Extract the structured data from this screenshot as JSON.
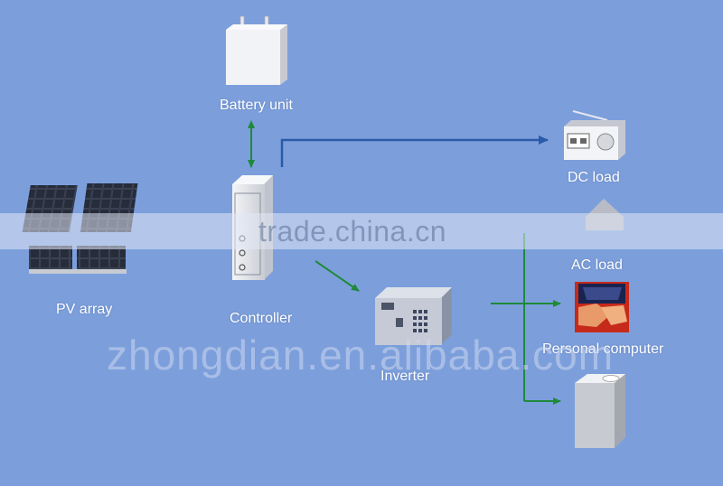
{
  "labels": {
    "battery": "Battery unit",
    "dc_load": "DC load",
    "ac_load": "AC load",
    "pv_array": "PV array",
    "controller": "Controller",
    "inverter": "Inverter",
    "personal_computer": "Personal computer"
  },
  "watermarks": {
    "top": "trade.china.cn",
    "bottom": "zhongdian.en.alibaba.com"
  },
  "colors": {
    "background": "#7c9fdc",
    "green_arrow": "#1f8a3a",
    "blue_arrow": "#2a5aa8"
  },
  "icons": {
    "battery": "battery-icon",
    "radio": "radio-icon",
    "solar_panels": "solar-panel-icon",
    "controller": "controller-box-icon",
    "inverter": "inverter-box-icon",
    "computer": "computer-icon",
    "washer": "washing-machine-icon",
    "ac_load": "ac-load-icon"
  }
}
